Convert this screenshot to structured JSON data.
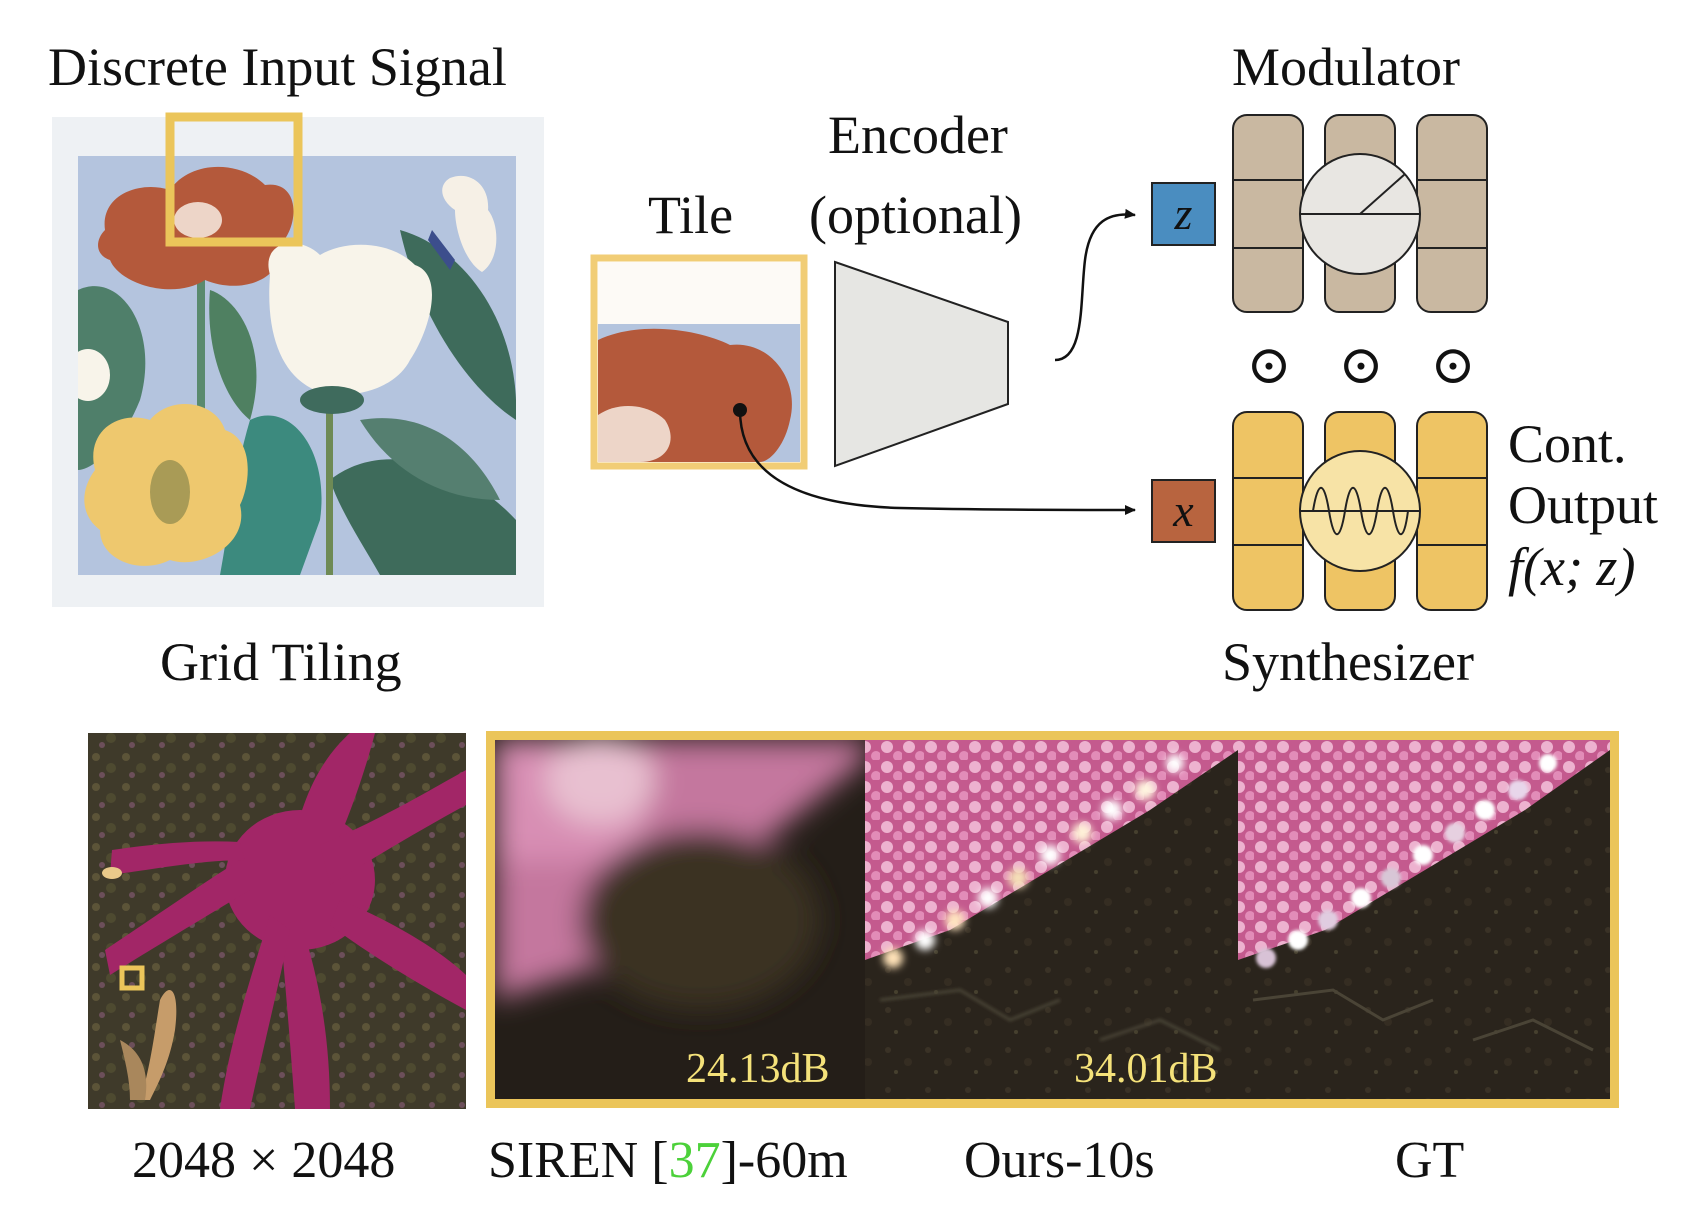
{
  "top": {
    "input_title": "Discrete Input Signal",
    "grid_caption": "Grid Tiling",
    "tile_label": "Tile",
    "encoder_label_line1": "Encoder",
    "encoder_label_line2": "(optional)",
    "modulator_label": "Modulator",
    "synthesizer_label": "Synthesizer",
    "latent_symbol": "z",
    "coord_symbol": "x",
    "output_line1": "Cont.",
    "output_line2": "Output",
    "output_formula": "f(x; z)",
    "hadamard_symbol": "⊙"
  },
  "bottom": {
    "resolution_caption": "2048 × 2048",
    "siren_prefix": "SIREN [",
    "siren_ref": "37",
    "siren_suffix": "]-60m",
    "ours_caption": "Ours-10s",
    "gt_caption": "GT",
    "siren_psnr": "24.13dB",
    "ours_psnr": "34.01dB"
  },
  "colors": {
    "highlight": "#EBC55A",
    "modulator_fill": "#C9B8A1",
    "synthesizer_fill": "#EEC464",
    "latent_box": "#4A8DC0",
    "coord_box": "#B8643F",
    "psnr_text": "#F5E27A",
    "citation_green": "#4CD13A"
  },
  "icons": {
    "modulator_center": "pie-circle-icon",
    "synthesizer_center": "sine-wave-circle-icon"
  }
}
